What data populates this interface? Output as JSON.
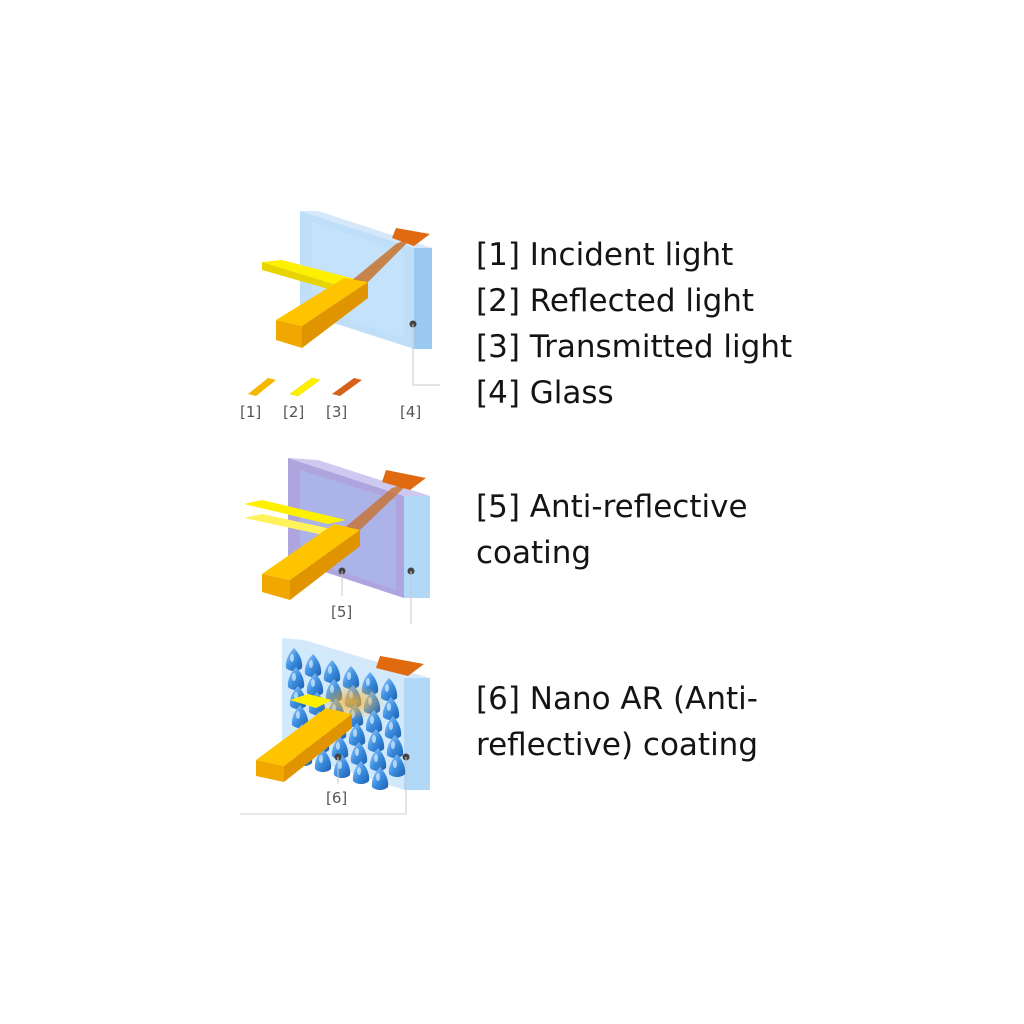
{
  "legend": [
    "[1] Incident light",
    "[2] Reflected light",
    "[3] Transmitted light",
    "[4] Glass"
  ],
  "captions": {
    "ar": "[5] Anti-reflective coating",
    "nano": "[6] Nano AR (Anti-reflective) coating"
  },
  "markers": [
    "[1]",
    "[2]",
    "[3]",
    "[4]",
    "[5]",
    "[6]"
  ],
  "colors": {
    "incident": "#f5b800",
    "reflected": "#fff000",
    "transmitted": "#d4621a",
    "glass": "#a9d4f5",
    "ar_coating": "#8b7fd0",
    "nano_cones": "#3d8fe0"
  }
}
